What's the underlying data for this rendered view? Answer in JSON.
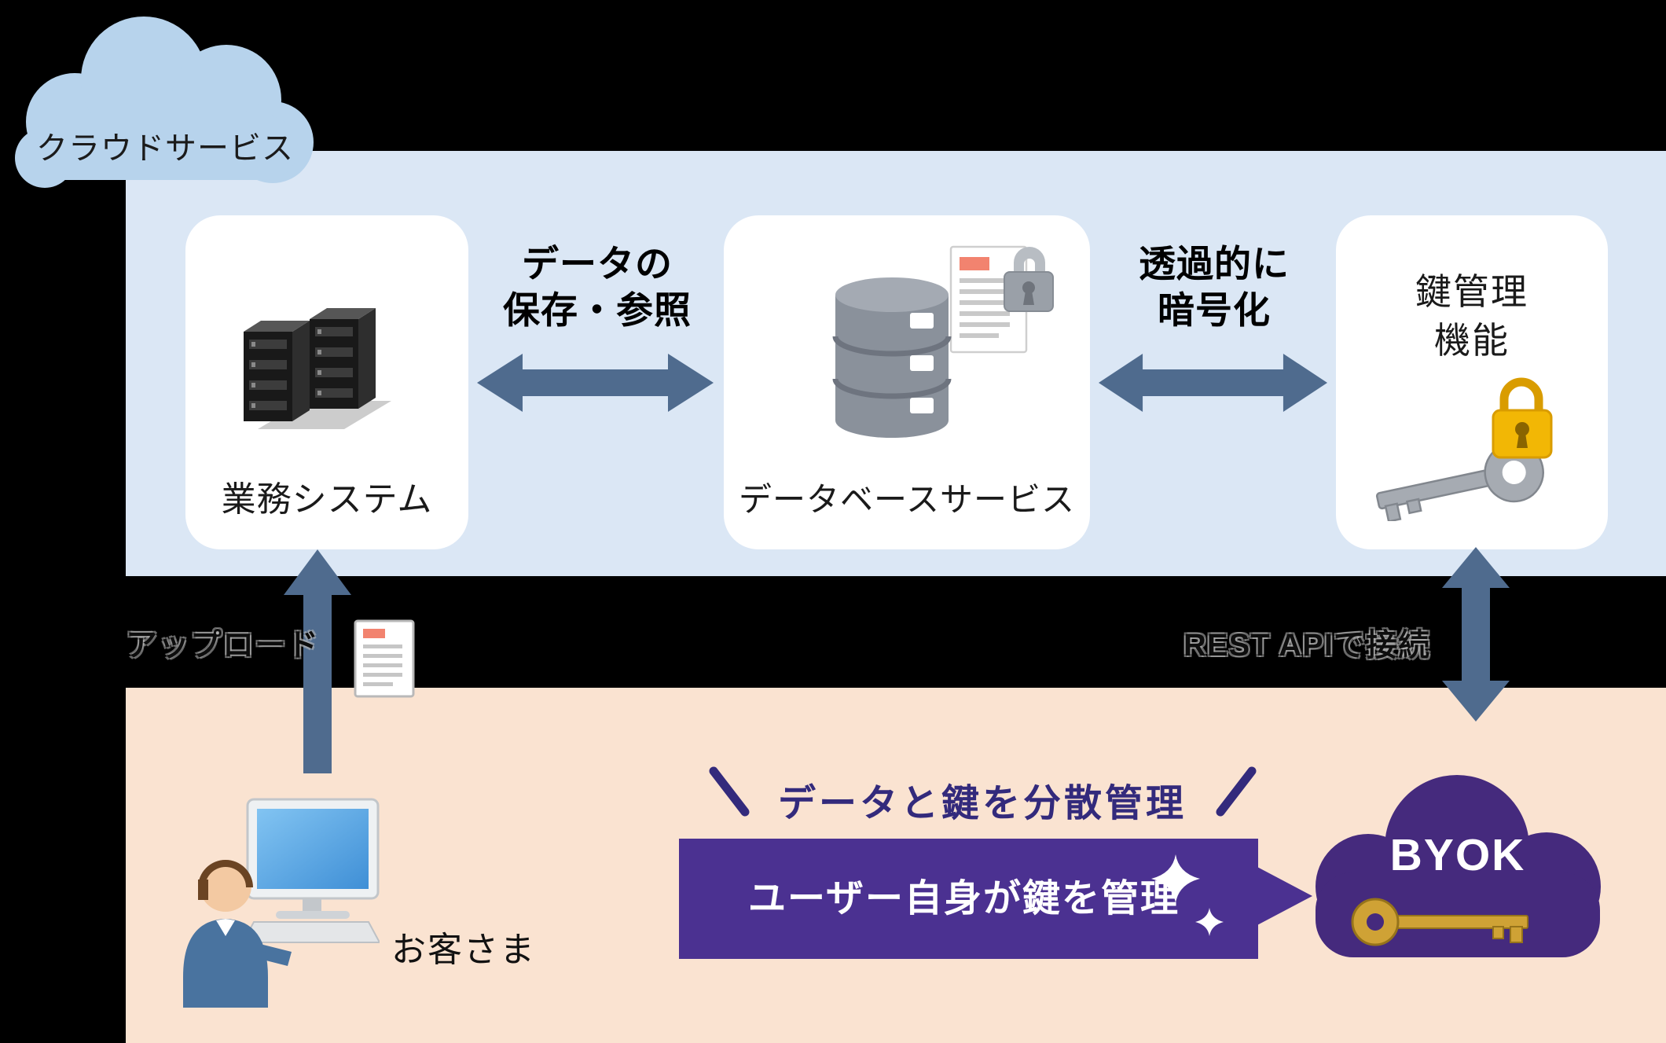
{
  "colors": {
    "background": "#000000",
    "cloud_panel": "#dbe7f5",
    "customer_panel": "#fae3d1",
    "cloud_shape": "#b7d3ec",
    "arrow": "#4f6b8e",
    "purple_accent": "#4b3191",
    "byok_cloud": "#452a7d",
    "gold": "#cfa235",
    "padlock_gold": "#f2b705",
    "doc_header_salmon": "#f2836f"
  },
  "cloud_label": "クラウドサービス",
  "business_system": {
    "label": "業務システム",
    "icon": "server-icon"
  },
  "database_service": {
    "label": "データベースサービス",
    "icon": "database-document-lock-icon"
  },
  "key_management": {
    "line1": "鍵管理",
    "line2": "機能",
    "icon": "key-padlock-icon"
  },
  "arrows": {
    "data_flow": {
      "line1": "データの",
      "line2": "保存・参照"
    },
    "encryption": {
      "line1": "透過的に",
      "line2": "暗号化"
    },
    "upload": {
      "label": "アップロード",
      "icon": "document-icon"
    },
    "rest_api": {
      "label": "REST APIで接続"
    }
  },
  "customer": {
    "label": "お客さま",
    "icon": "person-at-computer-icon"
  },
  "byok": {
    "heading": "データと鍵を分散管理",
    "banner_text": "ユーザー自身が鍵を管理",
    "cloud_label": "BYOK",
    "icon": "gold-key-icon"
  },
  "icons": [
    "cloud-icon",
    "server-icon",
    "database-icon",
    "document-icon",
    "lock-icon",
    "key-icon",
    "sparkle-icon",
    "person-at-computer-icon",
    "gold-key-icon"
  ]
}
